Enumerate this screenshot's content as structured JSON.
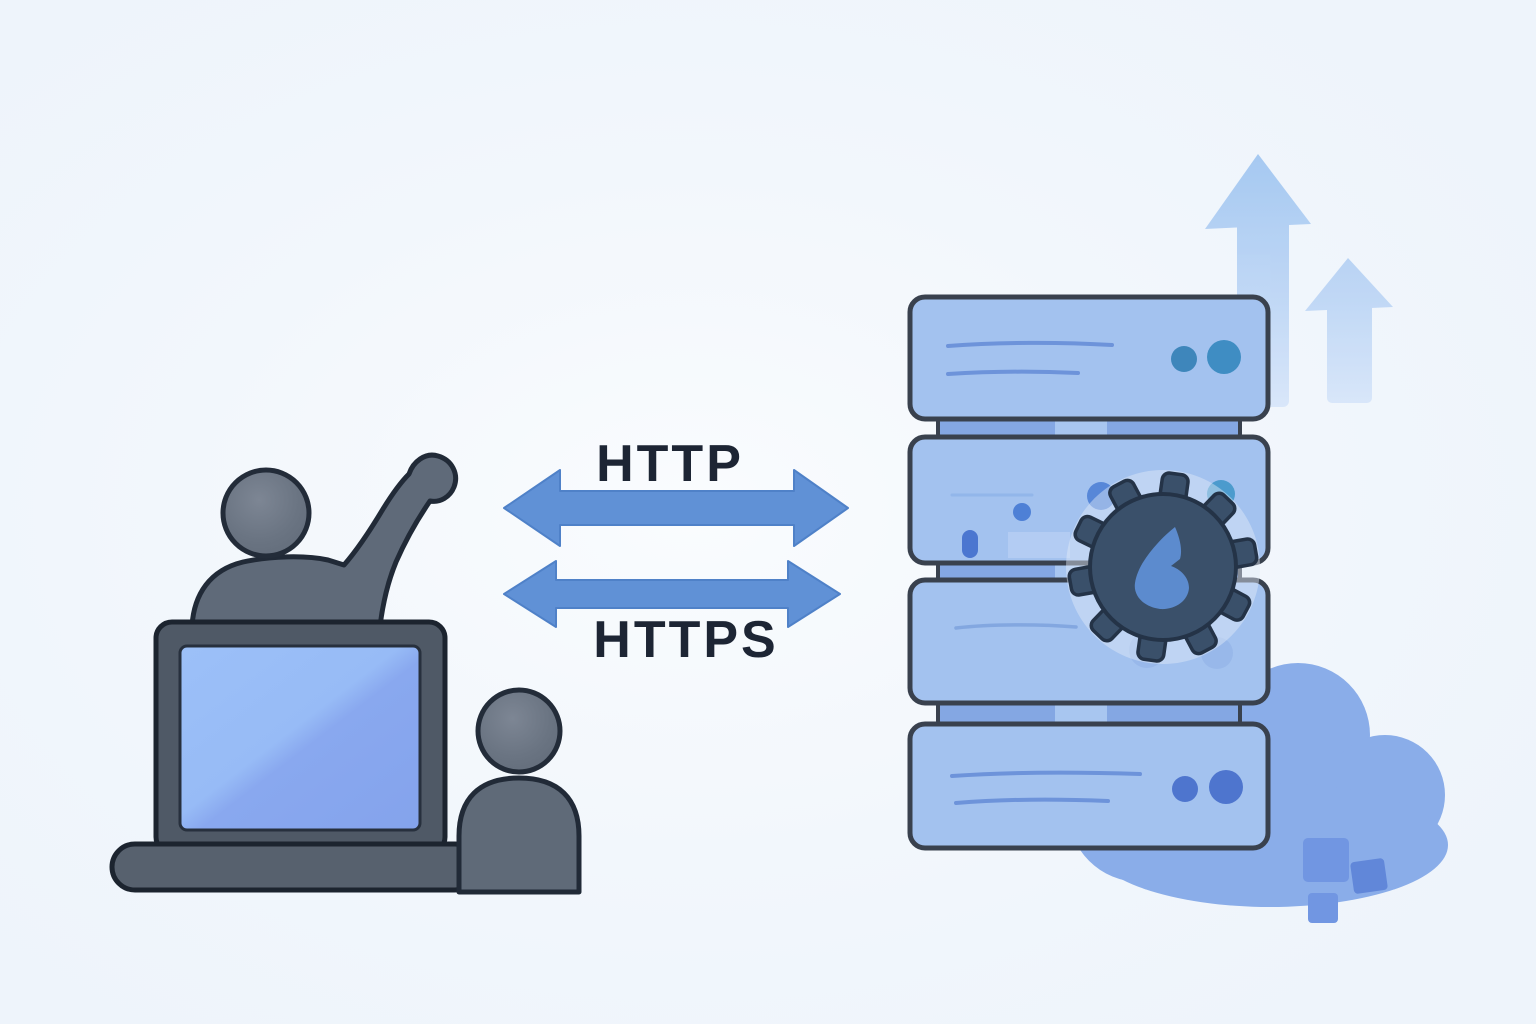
{
  "labels": {
    "http": "HTTP",
    "https": "HTTPS"
  },
  "colors": {
    "background": "#eef4fb",
    "label_text": "#1d2534",
    "protocol_arrow": "#5c8ed5",
    "server_body": "#a3c2ef",
    "server_outline": "#39414e",
    "server_connector": "#84a7e3",
    "gear": "#3a506a",
    "flame": "#5c8bce",
    "cloud": "#8aade9",
    "pixel_square": "#7196e2",
    "growth_arrow": "#aecdf3",
    "person": "#5f6a79",
    "laptop_frame": "#4f5966",
    "laptop_screen": "#93b7f4",
    "led_teal": "#3f8dc3",
    "led_blue": "#4e75ce"
  },
  "server_rack": {
    "units": 4,
    "growth_arrows": 2
  },
  "icons": {
    "left": [
      "person-icon",
      "raised-arm-icon",
      "laptop-icon",
      "secondary-person-icon"
    ],
    "center": [
      "http-double-arrow-icon",
      "https-double-arrow-icon"
    ],
    "right": [
      "server-rack-icon",
      "gear-icon",
      "flame-icon",
      "cloud-icon",
      "growth-arrow-icon",
      "pixel-square-icon"
    ]
  }
}
